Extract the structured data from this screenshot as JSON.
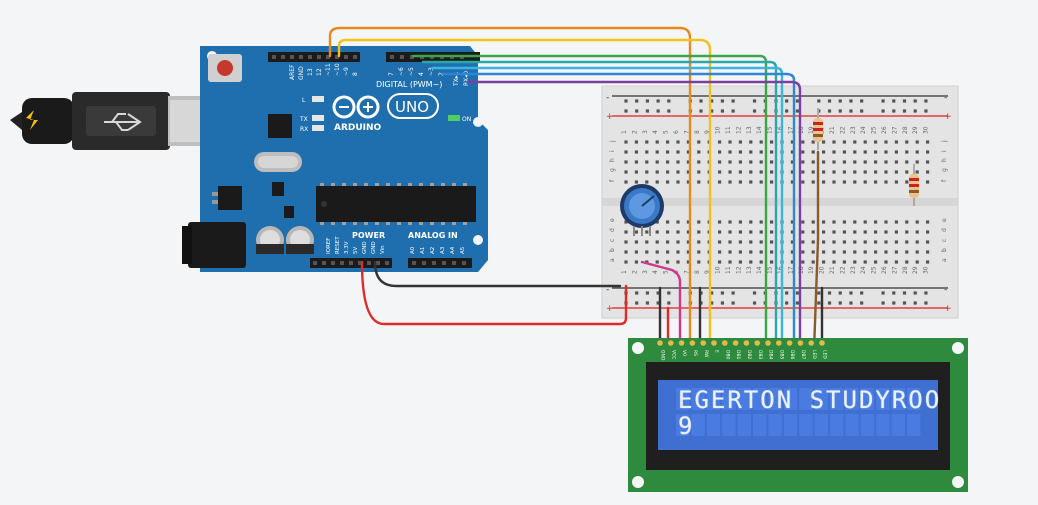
{
  "arduino": {
    "brand": "ARDUINO",
    "model": "UNO",
    "digital_label": "DIGITAL (PWM~)",
    "power_label": "POWER",
    "analog_label": "ANALOG IN",
    "on_label": "ON",
    "tx_label": "TX",
    "rx_label": "RX",
    "l_label": "L",
    "aref_label": "AREF",
    "gnd_label": "GND",
    "power_pins": [
      "IOREF",
      "RESET",
      "3.3V",
      "5V",
      "GND",
      "GND",
      "Vin"
    ],
    "analog_pins": [
      "A0",
      "A1",
      "A2",
      "A3",
      "A4",
      "A5"
    ],
    "digital_pins_left": [
      "13",
      "12",
      "~11",
      "~10",
      "~9",
      "8"
    ],
    "digital_pins_right": [
      "7",
      "~6",
      "~5",
      "4",
      "~3",
      "2",
      "TX▸1",
      "RX◂0"
    ]
  },
  "breadboard": {
    "row_letters_top": [
      "j",
      "i",
      "h",
      "g",
      "f"
    ],
    "row_letters_bottom": [
      "e",
      "d",
      "c",
      "b",
      "a"
    ],
    "columns": [
      "1",
      "2",
      "3",
      "4",
      "5",
      "6",
      "7",
      "8",
      "9",
      "10",
      "11",
      "12",
      "13",
      "14",
      "15",
      "16",
      "17",
      "18",
      "19",
      "20",
      "21",
      "22",
      "23",
      "24",
      "25",
      "26",
      "27",
      "28",
      "29",
      "30"
    ],
    "plus": "+",
    "minus": "-"
  },
  "lcd": {
    "line1": "EGERTON STUDYROO",
    "line2": "9",
    "pins": [
      "GND",
      "VCC",
      "V0",
      "RS",
      "RW",
      "E",
      "DB0",
      "DB1",
      "DB2",
      "DB3",
      "DB4",
      "DB5",
      "DB6",
      "DB7",
      "LED",
      "LED"
    ]
  },
  "colors": {
    "arduino_blue": "#1f6fae",
    "breadboard": "#e4e4e4",
    "lcd_pcb": "#2e8b3d",
    "lcd_screen": "#3f6fd1",
    "wire_orange": "#e8891e",
    "wire_yellow": "#f2c21b",
    "wire_green": "#3aa64a",
    "wire_teal": "#2aa8a8",
    "wire_lightblue": "#3cb4e0",
    "wire_blue": "#2f86d6",
    "wire_purple": "#7b3fa0",
    "wire_red": "#e02a2a",
    "wire_black": "#333333",
    "wire_brown": "#8a5a2b",
    "wire_magenta": "#d2378d"
  }
}
